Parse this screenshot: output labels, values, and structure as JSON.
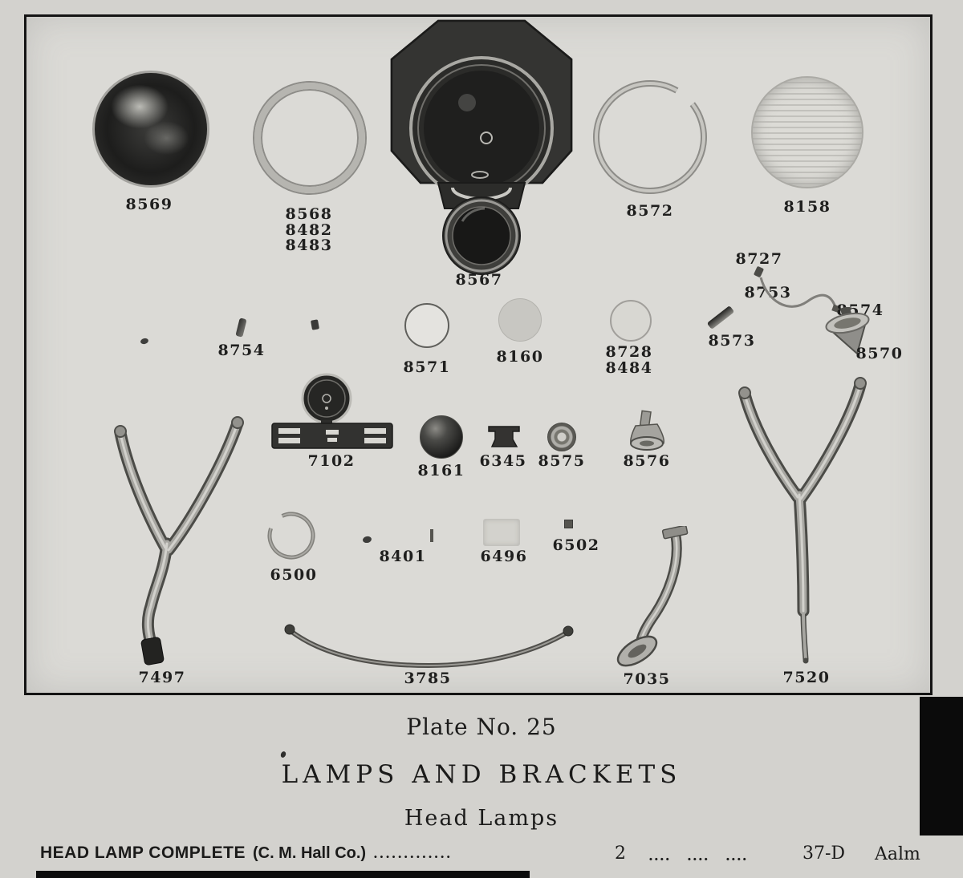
{
  "theme": {
    "paper": "#d3d2ce",
    "plate": "#dbdad6",
    "ink": "#1b1b1a"
  },
  "captions": {
    "plate_no": "Plate No. 25",
    "title": "LAMPS AND BRACKETS",
    "subtitle": "Head Lamps"
  },
  "footer": {
    "item": "HEAD LAMP COMPLETE",
    "maker": "(C. M. Hall Co.)",
    "leader": ".............",
    "qty": "2",
    "dots_a": "....",
    "dots_b": "....",
    "dots_c": "....",
    "code": "37-D",
    "note": "Aalm"
  },
  "parts": {
    "p8569": "8569",
    "p8568": "8568",
    "p8482": "8482",
    "p8483": "8483",
    "p8567": "8567",
    "p8572": "8572",
    "p8158": "8158",
    "p8754": "8754",
    "p8571": "8571",
    "p8160": "8160",
    "p8728": "8728",
    "p8484": "8484",
    "p8727": "8727",
    "p8753": "8753",
    "p8574": "8574",
    "p8573": "8573",
    "p8570": "8570",
    "p7102": "7102",
    "p8161": "8161",
    "p6345": "6345",
    "p8575": "8575",
    "p8576": "8576",
    "p7497": "7497",
    "p6500": "6500",
    "p8401": "8401",
    "p6496": "6496",
    "p6502": "6502",
    "p3785": "3785",
    "p7035": "7035",
    "p7520": "7520"
  }
}
